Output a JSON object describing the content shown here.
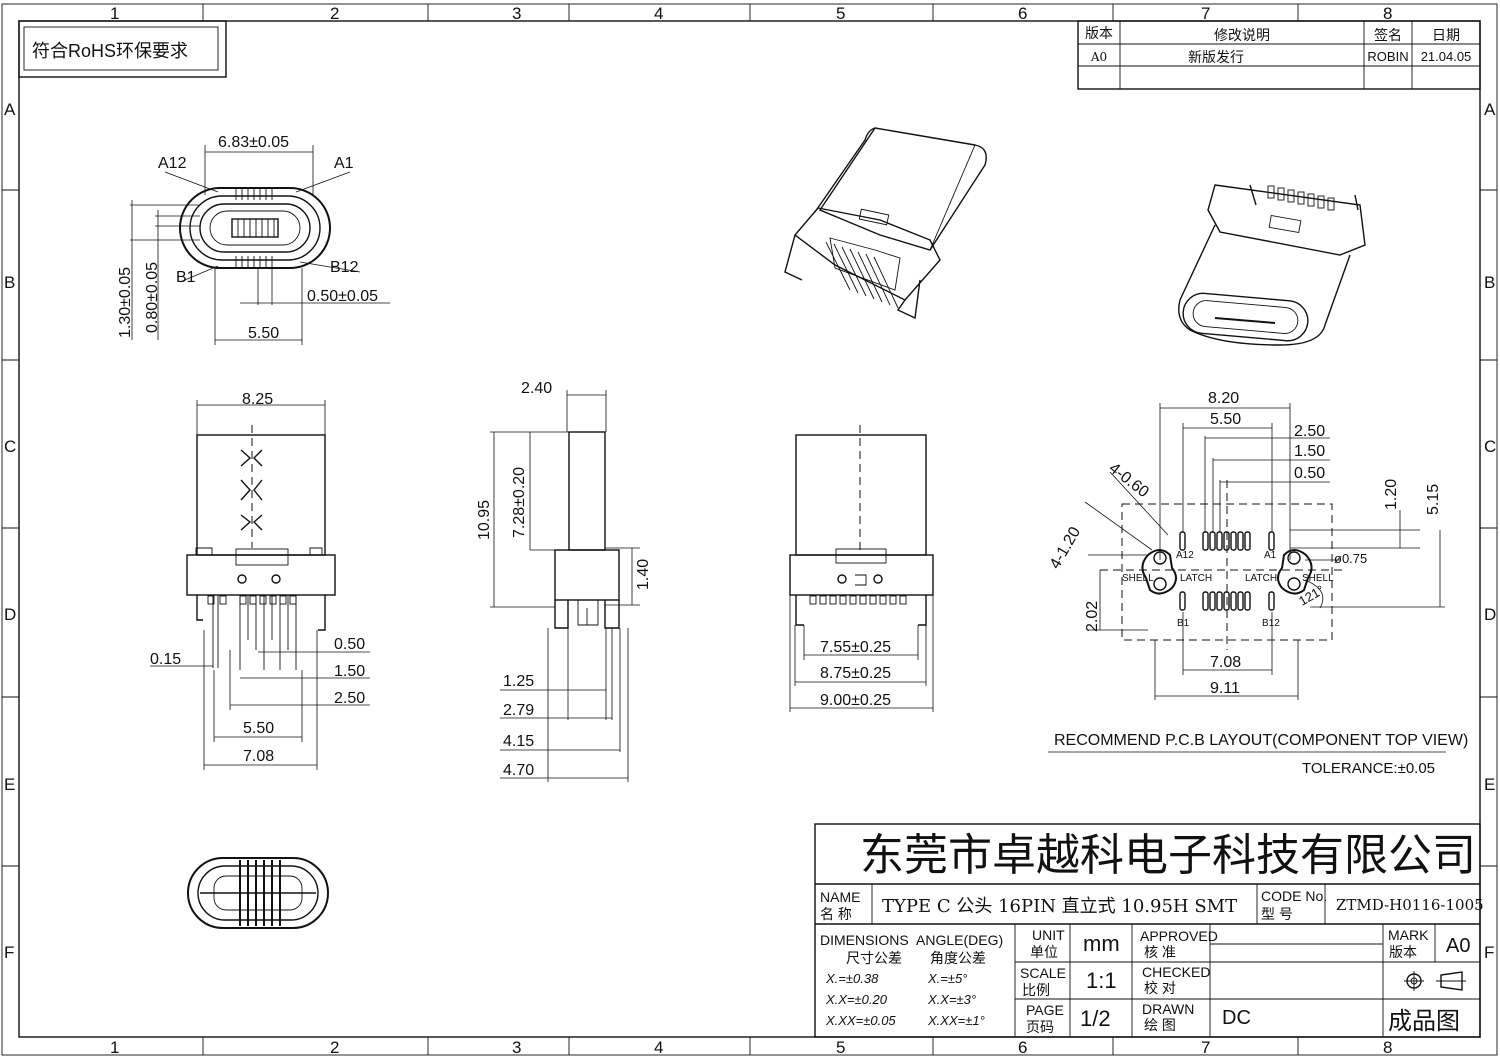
{
  "frame": {
    "columns": [
      "1",
      "2",
      "3",
      "4",
      "5",
      "6",
      "7",
      "8"
    ],
    "rows": [
      "A",
      "B",
      "C",
      "D",
      "E",
      "F"
    ]
  },
  "rohs_note": "符合RoHS环保要求",
  "revision_table": {
    "headers": [
      "版本",
      "修改说明",
      "签名",
      "日期"
    ],
    "row": [
      "A0",
      "新版发行",
      "ROBIN",
      "21.04.05"
    ]
  },
  "views": {
    "front": {
      "dims": [
        "6.83±0.05",
        "A12",
        "A1",
        "B1",
        "B12",
        "1.30±0.05",
        "0.80±0.05",
        "0.50±0.05",
        "5.50"
      ]
    },
    "top": {
      "dims": [
        "8.25",
        "0.15",
        "0.50",
        "1.50",
        "2.50",
        "5.50",
        "7.08"
      ]
    },
    "side": {
      "dims": [
        "2.40",
        "10.95",
        "7.28±0.20",
        "1.40",
        "1.25",
        "2.79",
        "4.15",
        "4.70"
      ]
    },
    "back": {
      "dims": [
        "7.55±0.25",
        "8.75±0.25",
        "9.00±0.25"
      ]
    },
    "pcb": {
      "dims": [
        "8.20",
        "5.50",
        "2.50",
        "1.50",
        "0.50",
        "1.20",
        "5.15",
        "4-0.60",
        "4-1.20",
        "ø0.75",
        "121°",
        "2.02",
        "7.08",
        "9.11"
      ],
      "labels": [
        "A12",
        "A1",
        "B1",
        "B12",
        "SHELL",
        "LATCH",
        "LATCH",
        "SHELL"
      ],
      "caption": "RECOMMEND P.C.B LAYOUT(COMPONENT TOP VIEW)",
      "tolerance": "TOLERANCE:±0.05"
    }
  },
  "title_block": {
    "company": "东莞市卓越科电子科技有限公司",
    "name_label_en": "NAME",
    "name_label_cn": "名 称",
    "name_value": "TYPE C 公头 16PIN 直立式 10.95H SMT",
    "code_label_en": "CODE No.",
    "code_label_cn": "型   号",
    "code_value": "ZTMD-H0116-1005",
    "dimensions_label": "DIMENSIONS",
    "dimensions_cn": "尺寸公差",
    "angle_label": "ANGLE(DEG)",
    "angle_cn": "角度公差",
    "tolerances": [
      "X.=±0.38",
      "X.X=±0.20",
      "X.XX=±0.05"
    ],
    "angle_tolerances": [
      "X.=±5°",
      "X.X=±3°",
      "X.XX=±1°"
    ],
    "unit_label": "UNIT",
    "unit_cn": "单位",
    "unit_value": "mm",
    "scale_label": "SCALE",
    "scale_cn": "比例",
    "scale_value": "1:1",
    "page_label": "PAGE",
    "page_cn": "页码",
    "page_value": "1/2",
    "approved_label": "APPROVED",
    "approved_cn": "核 准",
    "checked_label": "CHECKED",
    "checked_cn": "校 对",
    "drawn_label": "DRAWN",
    "drawn_cn": "绘 图",
    "drawn_value": "DC",
    "mark_label": "MARK",
    "mark_cn": "版本",
    "mark_value": "A0",
    "drawing_type": "成品图"
  }
}
